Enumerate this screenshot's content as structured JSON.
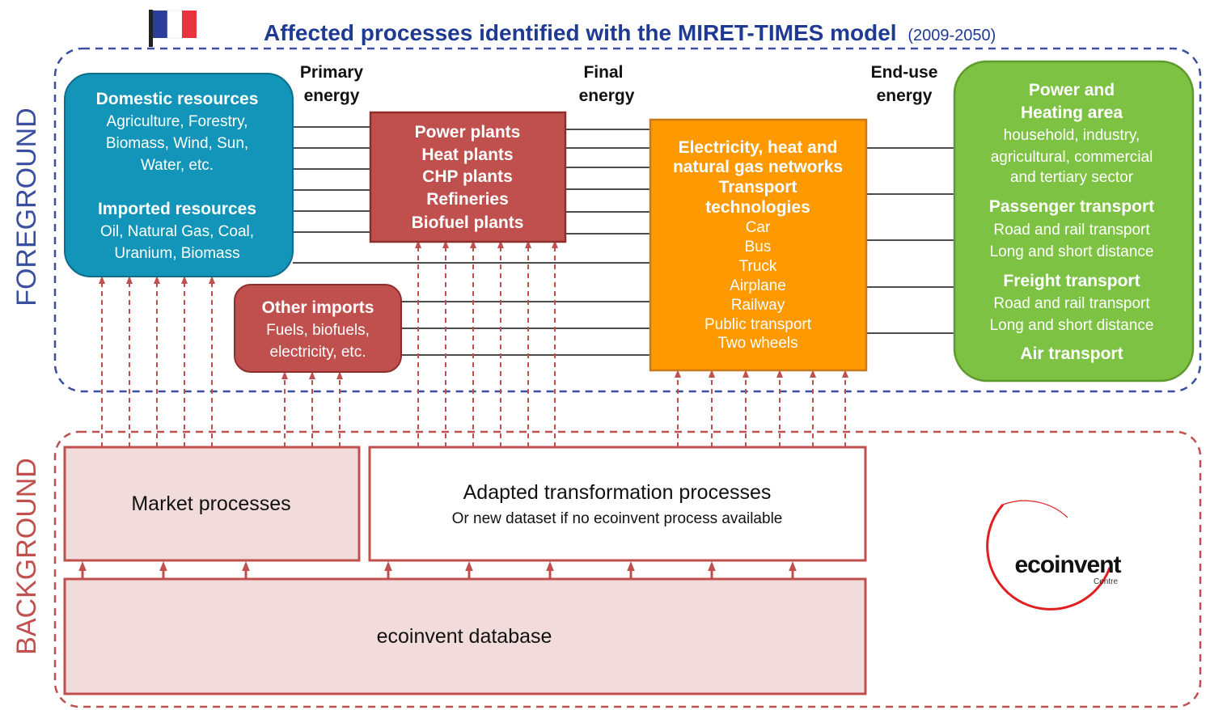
{
  "title": {
    "main": "Affected processes identified with the MIRET-TIMES model",
    "period": "(2009-2050)"
  },
  "sections": {
    "foreground": "FOREGROUND",
    "background": "BACKGROUND"
  },
  "stage_labels": {
    "primary": [
      "Primary",
      "energy"
    ],
    "final": [
      "Final",
      "energy"
    ],
    "end_use": [
      "End-use",
      "energy"
    ]
  },
  "boxes": {
    "domestic": {
      "heading": "Domestic resources",
      "lines": [
        "Agriculture, Forestry,",
        "Biomass, Wind, Sun,",
        "Water, etc."
      ],
      "heading2": "Imported resources",
      "lines2": [
        "Oil, Natural Gas, Coal,",
        "Uranium, Biomass"
      ]
    },
    "other_imports": {
      "heading": "Other imports",
      "lines": [
        "Fuels, biofuels,",
        "electricity, etc."
      ]
    },
    "plants": {
      "lines": [
        "Power plants",
        "Heat plants",
        "CHP plants",
        "Refineries",
        "Biofuel plants"
      ]
    },
    "networks": {
      "bold_lines": [
        "Electricity, heat and",
        "natural gas networks",
        "Transport",
        "technologies"
      ],
      "lines": [
        "Car",
        "Bus",
        "Truck",
        "Airplane",
        "Railway",
        "Public transport",
        "Two wheels"
      ]
    },
    "end_use": {
      "groups": [
        {
          "heading": [
            "Power and",
            "Heating area"
          ],
          "lines": [
            "household, industry,",
            "agricultural, commercial",
            "and tertiary sector"
          ]
        },
        {
          "heading": [
            "Passenger transport"
          ],
          "lines": [
            "Road and rail transport",
            "Long and short distance"
          ]
        },
        {
          "heading": [
            "Freight transport"
          ],
          "lines": [
            "Road and rail transport",
            "Long and short distance"
          ]
        },
        {
          "heading": [
            "Air transport"
          ],
          "lines": []
        }
      ]
    },
    "market": {
      "label": "Market processes"
    },
    "adapted": {
      "label": "Adapted transformation processes",
      "sublabel": "Or new dataset if no ecoinvent process available"
    },
    "database": {
      "label": "ecoinvent database"
    }
  },
  "logo": {
    "name": "ecoinvent",
    "sub": "Centre"
  },
  "colors": {
    "teal": "#1295B8",
    "red_box": "#C0504D",
    "orange": "#FF9900",
    "green": "#7DC243",
    "pink_bg": "#F2DCDB",
    "navy": "#1F3A93",
    "dash_blue": "#3A4FA0",
    "dash_red": "#C0504D"
  },
  "icons": [
    "france-flag-icon",
    "ecoinvent-logo"
  ]
}
